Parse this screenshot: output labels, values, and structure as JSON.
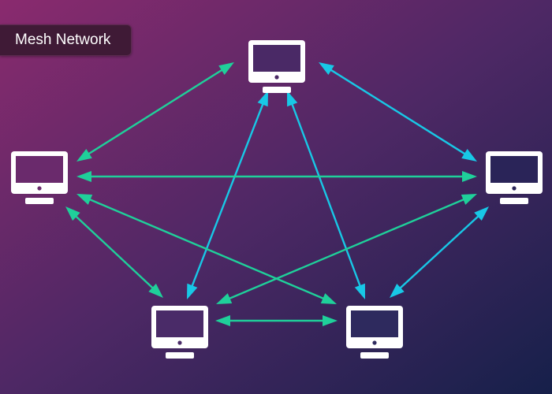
{
  "diagram": {
    "title": "Mesh Network",
    "type": "mesh-network",
    "node_count": 5,
    "link_count": 10,
    "colors": {
      "background_start": "#8a2a6e",
      "background_mid": "#4e2865",
      "background_end": "#16204a",
      "link_green": "#1fd09a",
      "link_cyan": "#18c8e6",
      "node": "#ffffff",
      "badge": "#3f1a36"
    },
    "nodes": [
      {
        "id": "top",
        "icon": "monitor-icon"
      },
      {
        "id": "left",
        "icon": "monitor-icon"
      },
      {
        "id": "right",
        "icon": "monitor-icon"
      },
      {
        "id": "bottom-left",
        "icon": "monitor-icon"
      },
      {
        "id": "bottom-right",
        "icon": "monitor-icon"
      }
    ],
    "links": [
      {
        "from": "top",
        "to": "left",
        "color": "green"
      },
      {
        "from": "top",
        "to": "right",
        "color": "cyan"
      },
      {
        "from": "top",
        "to": "bottom-left",
        "color": "cyan"
      },
      {
        "from": "top",
        "to": "bottom-right",
        "color": "cyan"
      },
      {
        "from": "left",
        "to": "right",
        "color": "green"
      },
      {
        "from": "left",
        "to": "bottom-left",
        "color": "green"
      },
      {
        "from": "left",
        "to": "bottom-right",
        "color": "green"
      },
      {
        "from": "right",
        "to": "bottom-left",
        "color": "green"
      },
      {
        "from": "right",
        "to": "bottom-right",
        "color": "cyan"
      },
      {
        "from": "bottom-left",
        "to": "bottom-right",
        "color": "green"
      }
    ],
    "arrowheads": "both-ends"
  }
}
